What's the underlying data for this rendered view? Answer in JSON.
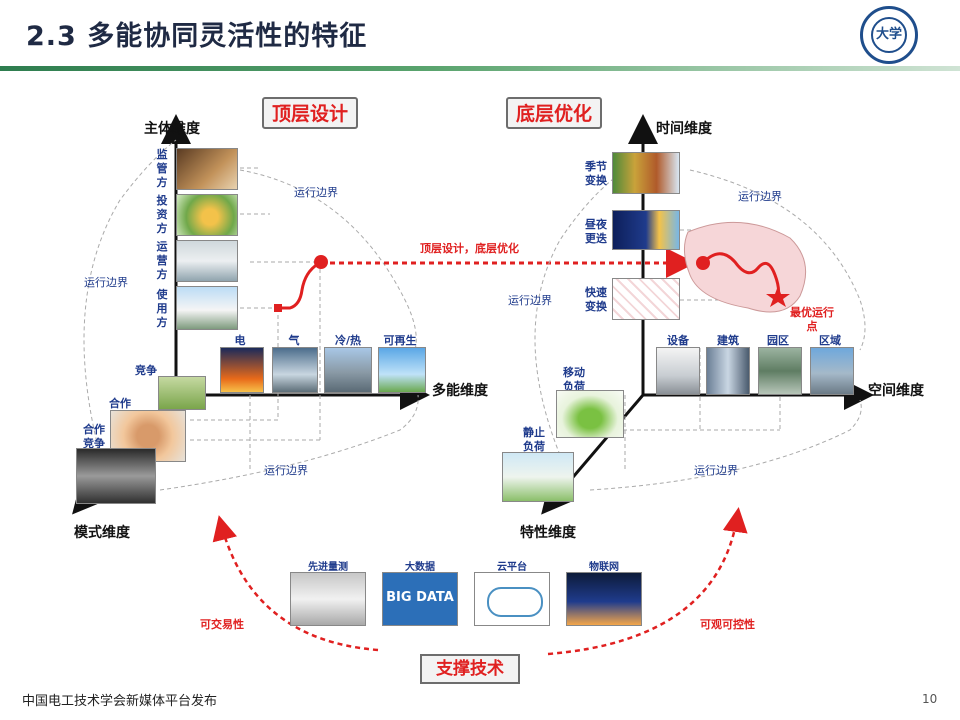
{
  "header": {
    "title": "2.3 多能协同灵活性的特征",
    "logo_mark": "大学"
  },
  "left": {
    "heading": "顶层设计",
    "y_axis": "主体维度",
    "x_axis": "多能维度",
    "z_axis": "模式维度",
    "subjects": [
      "监管方",
      "投资方",
      "运营方",
      "使用方"
    ],
    "energies": [
      "电",
      "气",
      "冷/热",
      "可再生"
    ],
    "modes": [
      "竞争",
      "合作",
      "合作竞争"
    ],
    "boundary": "运行边界"
  },
  "right": {
    "heading": "底层优化",
    "y_axis": "时间维度",
    "x_axis": "空间维度",
    "z_axis": "特性维度",
    "times": [
      "季节变换",
      "昼夜更迭",
      "快速变换"
    ],
    "spaces": [
      "设备",
      "建筑",
      "园区",
      "区域"
    ],
    "features": [
      "移动负荷",
      "静止负荷"
    ],
    "optimal": "最优运行点",
    "boundary": "运行边界"
  },
  "link_text": "顶层设计，底层优化",
  "support": {
    "label": "支撑技术",
    "items": [
      "先进量测",
      "大数据",
      "云平台",
      "物联网"
    ],
    "bigdata_text": "BIG DATA",
    "left_note": "可交易性",
    "right_note": "可观可控性"
  },
  "footer": {
    "text": "中国电工技术学会新媒体平台发布",
    "page": "10"
  },
  "colors": {
    "accent_red": "#e02020",
    "label_blue": "#1f3b8c",
    "title_dark": "#1f2a44",
    "bar_green": "#2e7d4f"
  }
}
